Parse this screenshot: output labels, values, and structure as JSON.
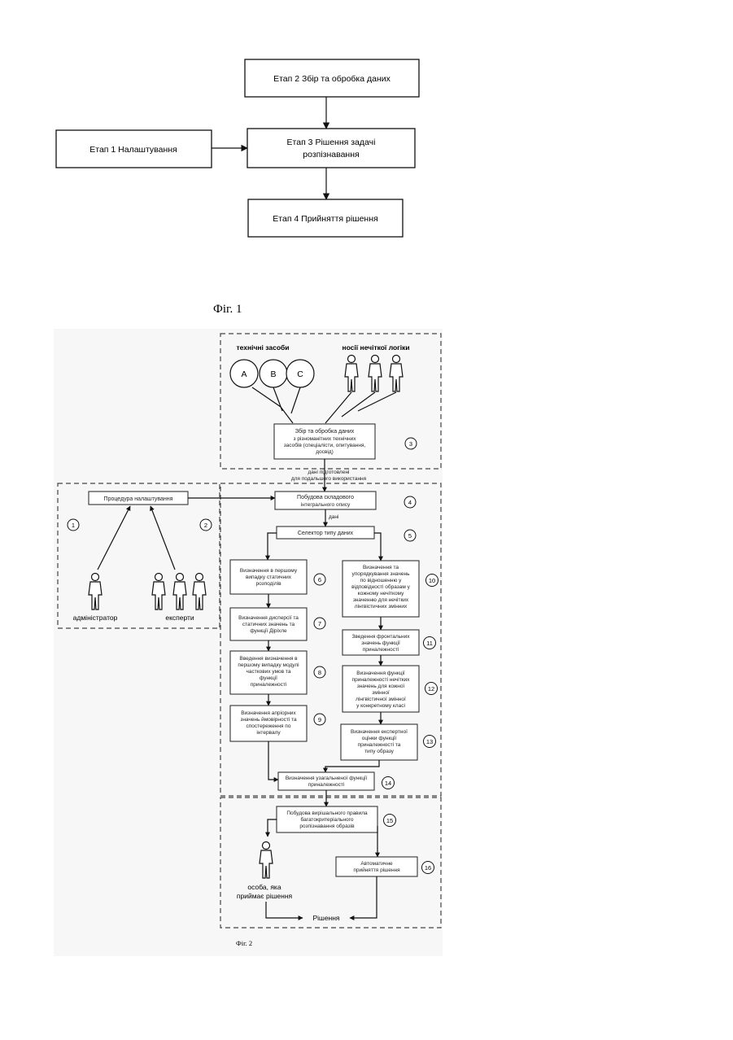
{
  "fig1": {
    "stage1": "Етап 1  Налаштування",
    "stage2": "Етап 2  Збір та обробка даних",
    "stage3_line1": "Етап 3  Рішення задачі",
    "stage3_line2": "розпізнавання",
    "stage4": "Етап 4  Прийняття рішення",
    "caption": "Фіг. 1"
  },
  "fig2": {
    "technical_means": "технічні засоби",
    "fuzzy_logic_carriers": "носії нечіткої логіки",
    "circle_a": "A",
    "circle_b": "B",
    "circle_c": "C",
    "box3_line1": "Збір та обробка даних",
    "box3_line2": "з різноманітних технічних",
    "box3_line3": "засобів (спеціалісти, опитування,",
    "box3_line4": "досвід)",
    "data_prepared_line1": "дані підготовлені",
    "data_prepared_line2": "для подальшого використання",
    "setup_process": "Процедура налаштування",
    "admin": "адміністратор",
    "experts": "експерти",
    "box4_line1": "Побудова складового",
    "box4_line2": "інтегрального опису",
    "box4_under": "дані",
    "box5": "Селектор типу даних",
    "box6_line1": "Визначення в першому",
    "box6_line2": "випадку статичних",
    "box6_line3": "розподілів",
    "box7_line1": "Визначення дисперсії та",
    "box7_line2": "статичних значень та",
    "box7_line3": "функції Діріхле",
    "box8_line1": "Введення визначення в",
    "box8_line2": "першому випадку модулі",
    "box8_line3": "часткових умов та",
    "box8_line4": "функції",
    "box8_line5": "приналежності",
    "box9_line1": "Визначення апріорних",
    "box9_line2": "значень ймовірності та",
    "box9_line3": "спостереження по",
    "box9_line4": "інтервалу",
    "box10_line1": "Визначення та",
    "box10_line2": "упорядкування значень",
    "box10_line3": "по відношенню у",
    "box10_line4": "відповідності образам у",
    "box10_line5": "кожному нечіткому",
    "box10_line6": "значенню для нечітких",
    "box10_line7": "лінгвістичних змінних",
    "box11_line1": "Зведення фронтальних",
    "box11_line2": "значень функції",
    "box11_line3": "приналежності",
    "box12_line1": "Визначення функції",
    "box12_line2": "приналежності нечітких",
    "box12_line3": "значень для кожної",
    "box12_line4": "змінної",
    "box12_line5": "лінгвістичної змінної",
    "box12_line6": "у конкретному класі",
    "box13_line1": "Визначення експертної",
    "box13_line2": "оцінки функції",
    "box13_line3": "приналежності та",
    "box13_line4": "типу образу",
    "box14_line1": "Визначення узагальненої функції",
    "box14_line2": "приналежності",
    "box15_line1": "Побудова вирішального правила",
    "box15_line2": "багатокритеріального",
    "box15_line3": "розпізнавання образів",
    "box16_line1": "Автоматичне",
    "box16_line2": "прийняття рішення",
    "decision_maker_line1": "особа, яка",
    "decision_maker_line2": "приймає рішення",
    "decision": "Рішення",
    "caption": "Фіг. 2",
    "n3": "3",
    "n4": "4",
    "n5": "5",
    "n6": "6",
    "n7": "7",
    "n8": "8",
    "n9": "9",
    "n10": "10",
    "n11": "11",
    "n12": "12",
    "n13": "13",
    "n14": "14",
    "n15": "15",
    "n16": "16",
    "n_left1": "1",
    "n_left2": "2"
  }
}
